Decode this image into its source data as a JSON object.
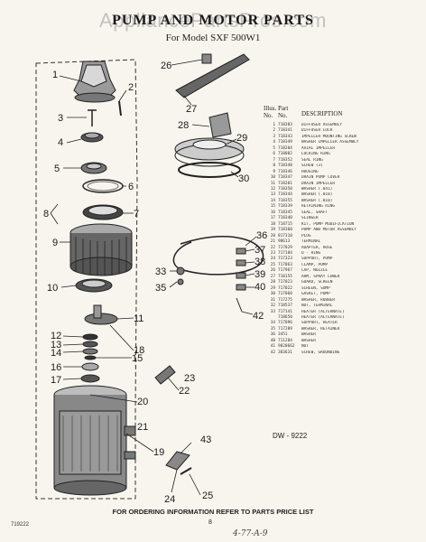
{
  "watermark": "AppliancePartsPros.com",
  "title": "PUMP AND MOTOR PARTS",
  "subtitle": "For Model SXF 500W1",
  "table": {
    "header_illus": "Illus. No.",
    "header_part": "Part No.",
    "header_desc": "DESCRIPTION",
    "rows": [
      [
        "1",
        "718383",
        "DIFFUSER ASSEMBLY"
      ],
      [
        "2",
        "718341",
        "DIFFUSER LOCK"
      ],
      [
        "3",
        "718343",
        "IMPELLER MOUNTING SCREW"
      ],
      [
        "4",
        "718349",
        "WASHER IMPELLER ASSEMBLY"
      ],
      [
        "5",
        "718204",
        "AXIAL IMPELLER"
      ],
      [
        "6",
        "718082",
        "LOCKING RING"
      ],
      [
        "7",
        "718352",
        "SEAL RING"
      ],
      [
        "8",
        "718348",
        "SCREW (3)"
      ],
      [
        "9",
        "718346",
        "HOUSING"
      ],
      [
        "10",
        "718347",
        "DRAIN PUMP COVER"
      ],
      [
        "11",
        "718201",
        "DRAIN IMPELLER"
      ],
      [
        "12",
        "718350",
        "WASHER (.041)"
      ],
      [
        "13",
        "718344",
        "WASHER (.018)"
      ],
      [
        "14",
        "718355",
        "WASHER (.010)"
      ],
      [
        "15",
        "718339",
        "RETAINING RING"
      ],
      [
        "16",
        "718345",
        "SEAL, SHAFT"
      ],
      [
        "17",
        "718340",
        "SLINGER"
      ],
      [
        "18",
        "718715",
        "KIT, PUMP MODIFICATION"
      ],
      [
        "19",
        "718360",
        "PUMP AND MOTOR ASSEMBLY"
      ],
      [
        "20",
        "817310",
        "PLUG"
      ],
      [
        "21",
        "98613",
        "TERMINAL"
      ],
      [
        "22",
        "717029",
        "ADAPTER, HOSE"
      ],
      [
        "23",
        "717184",
        "O - RING"
      ],
      [
        "24",
        "717323",
        "SUPPORT, PUMP"
      ],
      [
        "25",
        "717063",
        "CLAMP, PUMP"
      ],
      [
        "26",
        "717967",
        "CAP, NOZZLE"
      ],
      [
        "27",
        "718155",
        "ARM, SPRAY LOWER"
      ],
      [
        "28",
        "717023",
        "GUARD, SCREEN"
      ],
      [
        "29",
        "717022",
        "SCREEN, SUMP"
      ],
      [
        "30",
        "717060",
        "GASKET, PUMP"
      ],
      [
        "31",
        "717275",
        "WASHER, RUBBER"
      ],
      [
        "32",
        "718537",
        "NUT, TERMINAL"
      ],
      [
        "33",
        "717141",
        "HEATER (ALTERNATE)"
      ],
      [
        "",
        "718650",
        "HEATER (ALTERNATE)"
      ],
      [
        "34",
        "717096",
        "SUPPORT, HEATER"
      ],
      [
        "35",
        "717289",
        "WASHER, RETAINER"
      ],
      [
        "36",
        "3451",
        "WASHER"
      ],
      [
        "40",
        "711284",
        "WASHER"
      ],
      [
        "41",
        "9820662",
        "NUT"
      ],
      [
        "42",
        "383631",
        "SCREW, GROUNDING"
      ]
    ]
  },
  "callouts": [
    "1",
    "2",
    "3",
    "4",
    "5",
    "6",
    "7",
    "8",
    "9",
    "10",
    "11",
    "12",
    "13",
    "14",
    "15",
    "16",
    "17",
    "18",
    "19",
    "20",
    "21",
    "22",
    "23",
    "24",
    "25",
    "26",
    "27",
    "28",
    "29",
    "30",
    "33",
    "35",
    "36",
    "37",
    "38",
    "39",
    "40",
    "42",
    "43"
  ],
  "diagram_no": "DW - 9222",
  "footer": "FOR ORDERING INFORMATION REFER TO PARTS PRICE LIST",
  "page_number": "8",
  "form_number": "719222",
  "handwritten": "4-77-A-9"
}
